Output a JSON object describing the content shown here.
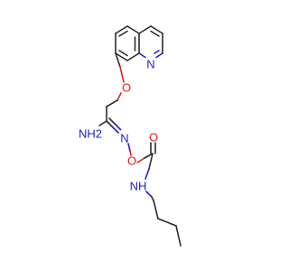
{
  "molecule": {
    "atoms": {
      "quinoline_n": "N",
      "ether_o": "O",
      "amidine_nh2": "NH2",
      "oxime_n": "N",
      "oxime_o": "O",
      "carbonyl_o": "O",
      "carbamate_nh": "NH"
    }
  }
}
